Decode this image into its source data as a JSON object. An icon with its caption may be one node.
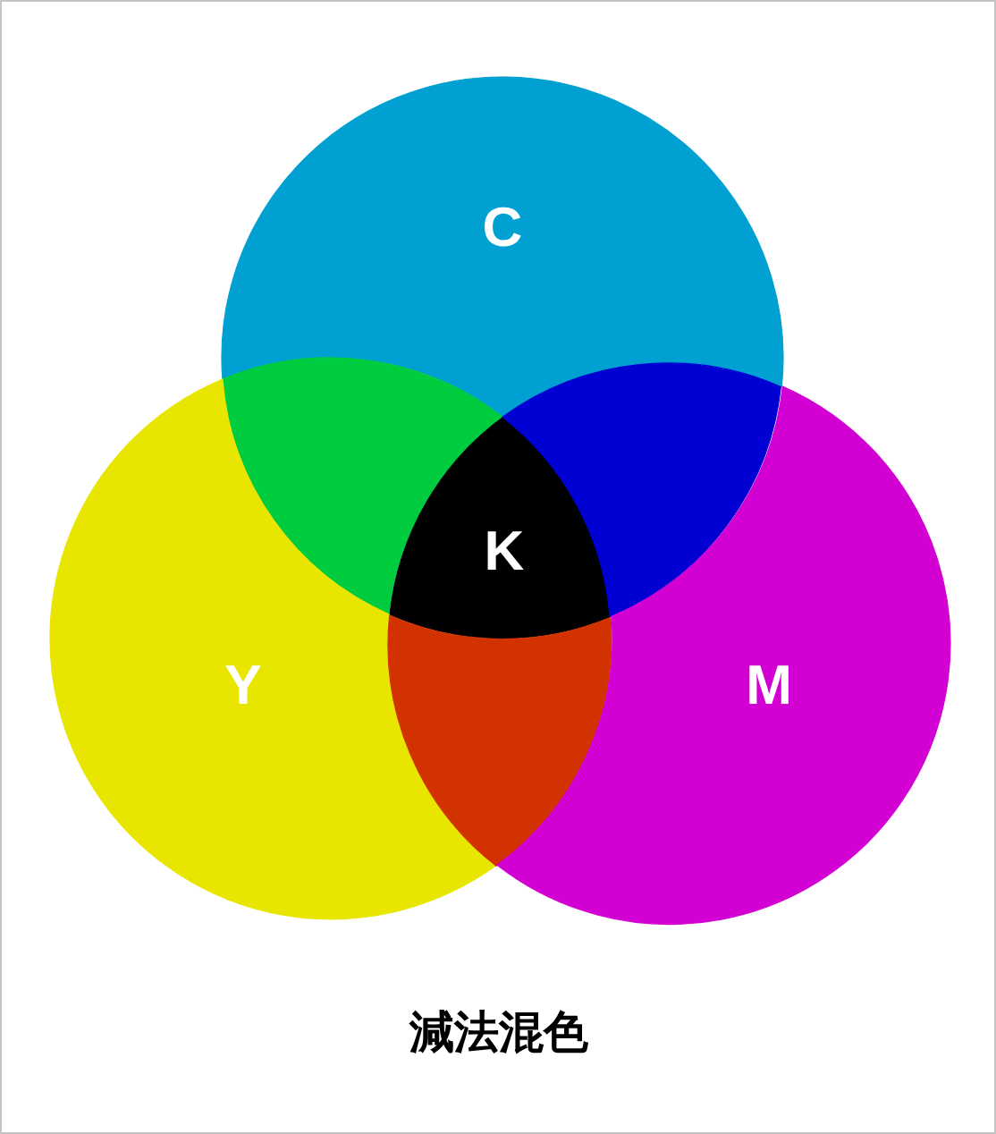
{
  "diagram": {
    "caption": "減法混色",
    "nodes": [
      {
        "text": [
          "C"
        ]
      },
      {
        "text": [],
        "shape": "lens"
      },
      {
        "text": [
          "K"
        ]
      },
      {
        "text": [],
        "shape": "lens"
      },
      {
        "text": [
          "Y"
        ]
      },
      {
        "text": [],
        "shape": "lens"
      },
      {
        "text": [
          "M"
        ]
      }
    ]
  }
}
